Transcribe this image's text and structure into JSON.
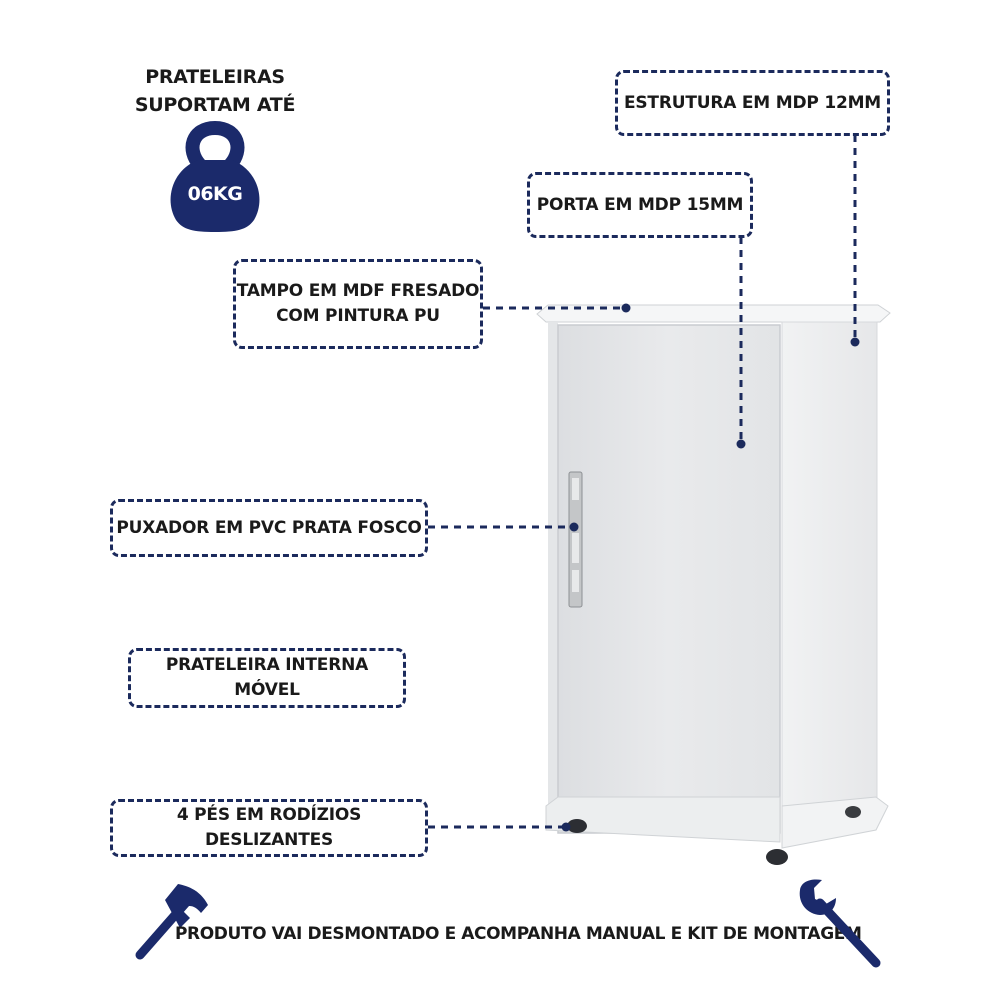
{
  "weight": {
    "line1": "PRATELEIRAS",
    "line2": "SUPORTAM ATÉ",
    "kettlebell_label": "06KG"
  },
  "labels": {
    "estrutura": "ESTRUTURA EM MDP 12MM",
    "porta": "PORTA EM MDP 15MM",
    "tampo_line1": "TAMPO EM MDF FRESADO",
    "tampo_line2": "COM PINTURA PU",
    "puxador": "PUXADOR EM PVC PRATA FOSCO",
    "prateleira": "PRATELEIRA INTERNA MÓVEL",
    "pes": "4 PÉS EM RODÍZIOS DESLIZANTES"
  },
  "footer": {
    "text": "PRODUTO VAI DESMONTADO E ACOMPANHA MANUAL E KIT DE MONTAGEM"
  },
  "colors": {
    "accent": "#1b2a5c",
    "kettlebell": "#1b2a6b",
    "cabinet": "#e8e9eb",
    "cabinet_shadow": "#d2d4d7"
  },
  "icons": [
    "kettlebell-icon",
    "hammer-icon",
    "wrench-icon"
  ]
}
